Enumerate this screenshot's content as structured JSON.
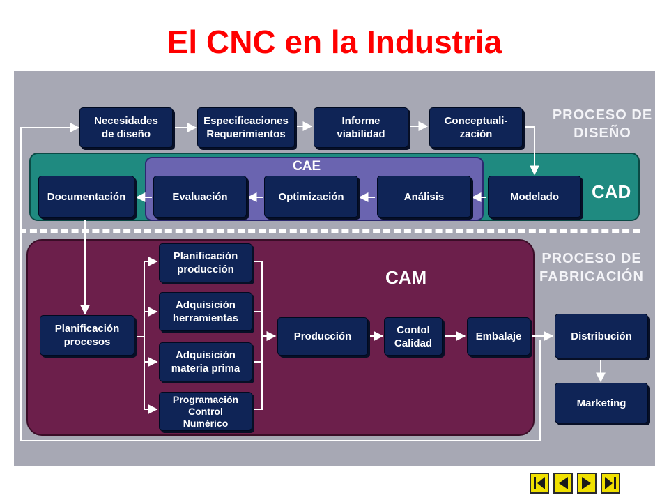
{
  "slide": {
    "title": "El CNC en la Industria"
  },
  "diagram": {
    "labels": {
      "proceso_diseno": "PROCESO DE\nDISEÑO",
      "cad": "CAD",
      "cae": "CAE",
      "cam": "CAM",
      "proceso_fabricacion": "PROCESO DE\nFABRICACIÓN"
    },
    "boxes": {
      "necesidades": "Necesidades\nde diseño",
      "especificaciones": "Especificaciones\nRequerimientos",
      "informe": "Informe\nviabilidad",
      "conceptualizacion": "Conceptuali-\nzación",
      "documentacion": "Documentación",
      "evaluacion": "Evaluación",
      "optimizacion": "Optimización",
      "analisis": "Análisis",
      "modelado": "Modelado",
      "planificacion_produccion": "Planificación\nproducción",
      "adquisicion_herramientas": "Adquisición\nherramientas",
      "adquisicion_materia": "Adquisición\nmateria prima",
      "programacion_cn": "Programación\nControl\nNumérico",
      "planificacion_procesos": "Planificación\nprocesos",
      "produccion": "Producción",
      "control_calidad": "Contol\nCalidad",
      "embalaje": "Embalaje",
      "distribucion": "Distribución",
      "marketing": "Marketing"
    }
  },
  "colors": {
    "title": "#ff0000",
    "panel": "#a7a8b4",
    "cad_band": "#1f8a80",
    "cae_band": "#6a64b0",
    "cam_band": "#6c1f4b",
    "box": "#0f2456",
    "nav_button": "#f0e000"
  },
  "navigation": {
    "buttons": [
      {
        "name": "first-slide-button",
        "icon": "first-icon"
      },
      {
        "name": "previous-slide-button",
        "icon": "previous-icon"
      },
      {
        "name": "next-slide-button",
        "icon": "next-icon"
      },
      {
        "name": "last-slide-button",
        "icon": "last-icon"
      }
    ]
  }
}
